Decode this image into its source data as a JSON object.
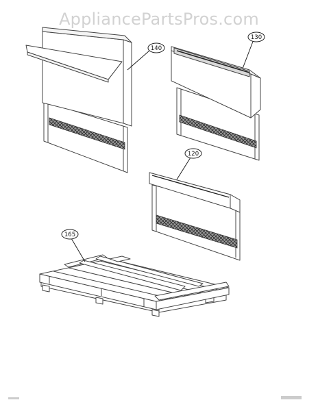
{
  "watermark": "AppliancePartsPros.com",
  "callouts": {
    "c140": "140",
    "c130": "130",
    "c120": "120",
    "c165": "165"
  }
}
